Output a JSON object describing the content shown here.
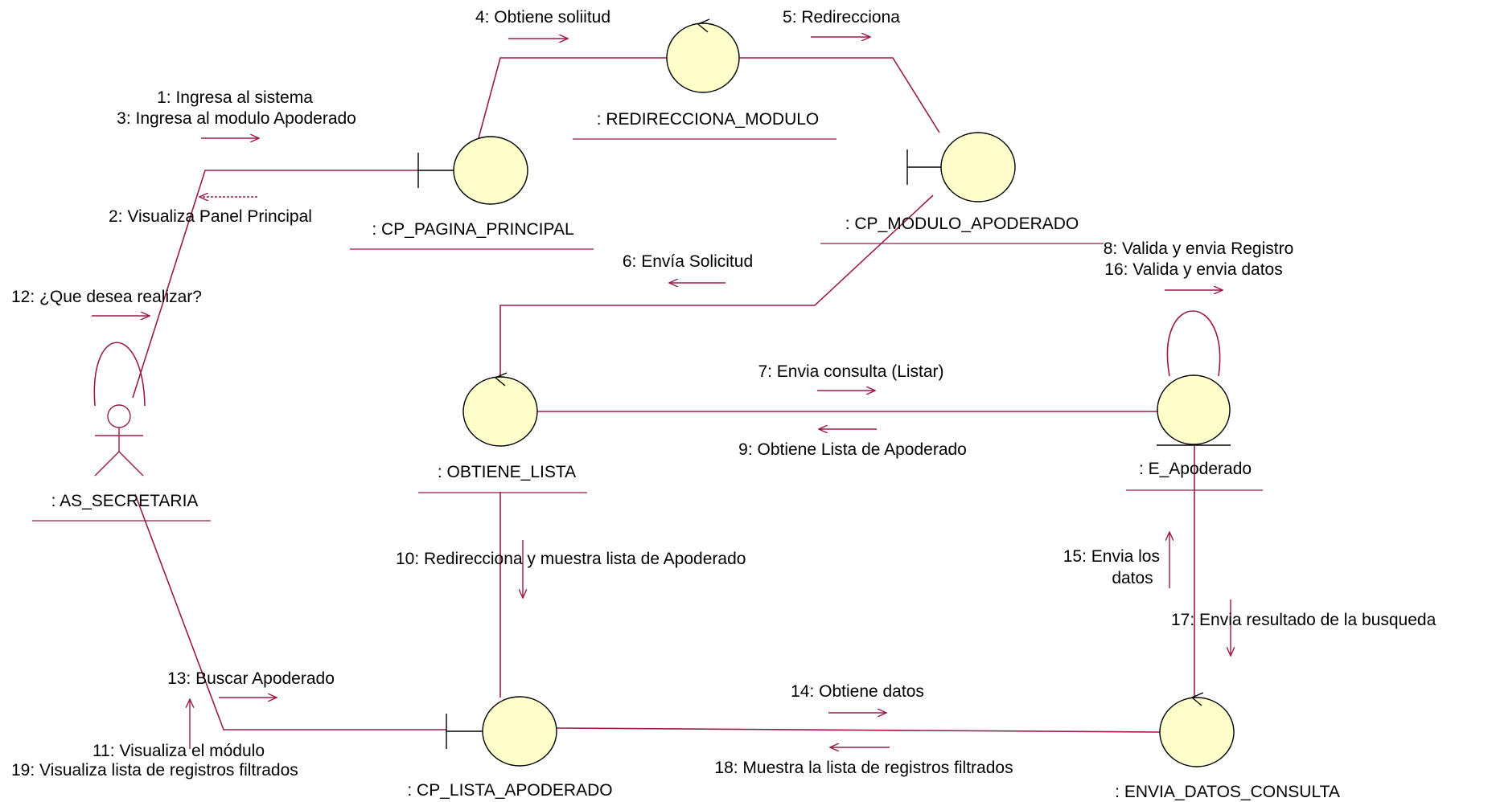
{
  "colors": {
    "line": "#9a1a4a",
    "object_fill": "#ffffcc",
    "object_stroke": "#000000",
    "text": "#000000"
  },
  "objects": {
    "as_secretaria": ": AS_SECRETARIA",
    "cp_pagina_principal": ": CP_PAGINA_PRINCIPAL",
    "redirecciona_modulo": ": REDIRECCIONA_MODULO",
    "cp_modulo_apoderado": ": CP_MODULO_APODERADO",
    "obtiene_lista": ": OBTIENE_LISTA",
    "e_apoderado": ": E_Apoderado",
    "cp_lista_apoderado": ": CP_LISTA_APODERADO",
    "envia_datos_consulta": ": ENVIA_DATOS_CONSULTA"
  },
  "messages": {
    "m1": "1: Ingresa al sistema",
    "m3": "3: Ingresa al modulo Apoderado",
    "m2": "2: Visualiza Panel Principal",
    "m4": "4: Obtiene soliitud",
    "m5": "5: Redirecciona",
    "m6": "6: Envía Solicitud",
    "m7": "7: Envia consulta (Listar)",
    "m8": "8: Valida y envia Registro",
    "m16": "16: Valida y envia datos",
    "m9": "9: Obtiene Lista de Apoderado",
    "m10": "10: Redirecciona y muestra lista de Apoderado",
    "m12": "12: ¿Que desea realizar?",
    "m13": "13: Buscar Apoderado",
    "m11": "11: Visualiza el módulo",
    "m19": "19: Visualiza lista de registros filtrados",
    "m14": "14: Obtiene datos",
    "m18": "18: Muestra la lista de registros filtrados",
    "m15a": "15: Envia los",
    "m15b": "datos",
    "m17": "17: Envia resultado de la busqueda"
  }
}
